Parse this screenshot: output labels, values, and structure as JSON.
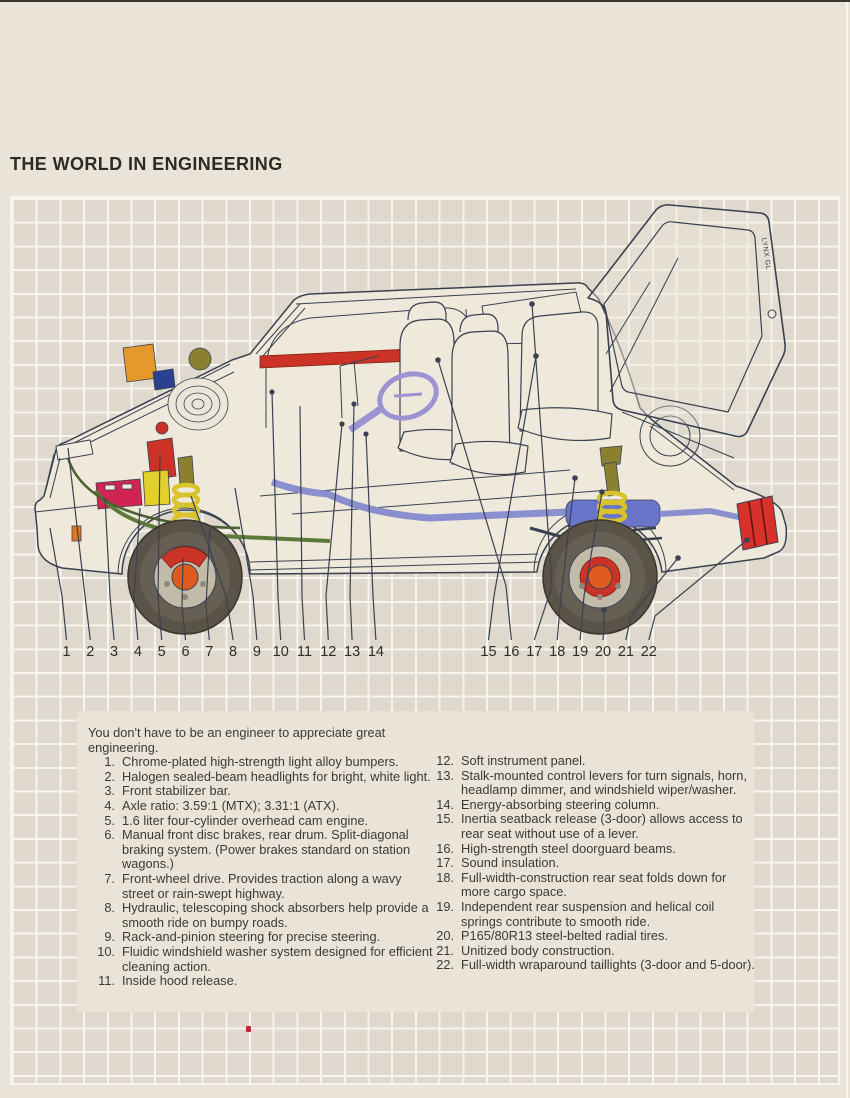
{
  "header": {
    "title": "THE WORLD IN ENGINEERING"
  },
  "intro": "You don't have to be an engineer to appreciate great engineering.",
  "features_left": [
    {
      "num": "1.",
      "text": "Chrome-plated high-strength light alloy bumpers."
    },
    {
      "num": "2.",
      "text": "Halogen sealed-beam headlights for bright, white light."
    },
    {
      "num": "3.",
      "text": "Front stabilizer bar."
    },
    {
      "num": "4.",
      "text": "Axle ratio: 3.59:1 (MTX); 3.31:1 (ATX)."
    },
    {
      "num": "5.",
      "text": "1.6 liter four-cylinder overhead cam engine."
    },
    {
      "num": "6.",
      "text": "Manual front disc brakes, rear drum. Split-diagonal braking system. (Power brakes standard on station wagons.)"
    },
    {
      "num": "7.",
      "text": "Front-wheel drive. Provides traction along a wavy street or rain-swept highway."
    },
    {
      "num": "8.",
      "text": "Hydraulic, telescoping shock absorbers help provide a smooth ride on bumpy roads."
    },
    {
      "num": "9.",
      "text": "Rack-and-pinion steering for precise steering."
    },
    {
      "num": "10.",
      "text": "Fluidic windshield washer system designed for efficient cleaning action."
    },
    {
      "num": "11.",
      "text": "Inside hood release."
    }
  ],
  "features_right": [
    {
      "num": "12.",
      "text": "Soft instrument panel."
    },
    {
      "num": "13.",
      "text": "Stalk-mounted control levers for turn signals, horn, headlamp dimmer, and windshield wiper/washer."
    },
    {
      "num": "14.",
      "text": "Energy-absorbing steering column."
    },
    {
      "num": "15.",
      "text": "Inertia seatback release (3-door) allows access to rear seat without use of a lever."
    },
    {
      "num": "16.",
      "text": "High-strength steel doorguard beams."
    },
    {
      "num": "17.",
      "text": "Sound insulation."
    },
    {
      "num": "18.",
      "text": "Full-width-construction rear seat folds down for more cargo space."
    },
    {
      "num": "19.",
      "text": "Independent rear suspension and helical coil springs contribute to smooth ride."
    },
    {
      "num": "20.",
      "text": "P165/80R13 steel-belted radial tires."
    },
    {
      "num": "21.",
      "text": "Unitized body construction."
    },
    {
      "num": "22.",
      "text": "Full-width wraparound taillights (3-door and 5-door)."
    }
  ],
  "diagram": {
    "badge_text": "LYNX GL",
    "callouts_left": [
      "1",
      "2",
      "3",
      "4",
      "5",
      "6",
      "7",
      "8",
      "9",
      "10",
      "11",
      "12",
      "13",
      "14"
    ],
    "callouts_right": [
      "15",
      "16",
      "17",
      "18",
      "19",
      "20",
      "21",
      "22"
    ]
  },
  "colors": {
    "page_bg": "#e9e4d7",
    "grid_bg": "#ded9cc",
    "grid_line": "#f7f4ee",
    "ink": "#3a4150",
    "text": "#3b3a35",
    "red": "#cc3327",
    "magenta": "#d12453",
    "orange": "#e6982c",
    "orange_red": "#e05a1e",
    "yellow": "#e3cf2a",
    "olive": "#8a8030",
    "green": "#5d7a3a",
    "blue_dark": "#2c3f90",
    "periwinkle": "#8a8fd0",
    "muffler_blue": "#6a74c8",
    "lavender": "#9c93d2",
    "taillight_red": "#d8302a",
    "tire": "#5a5348",
    "body_fill": "#efe9db"
  }
}
